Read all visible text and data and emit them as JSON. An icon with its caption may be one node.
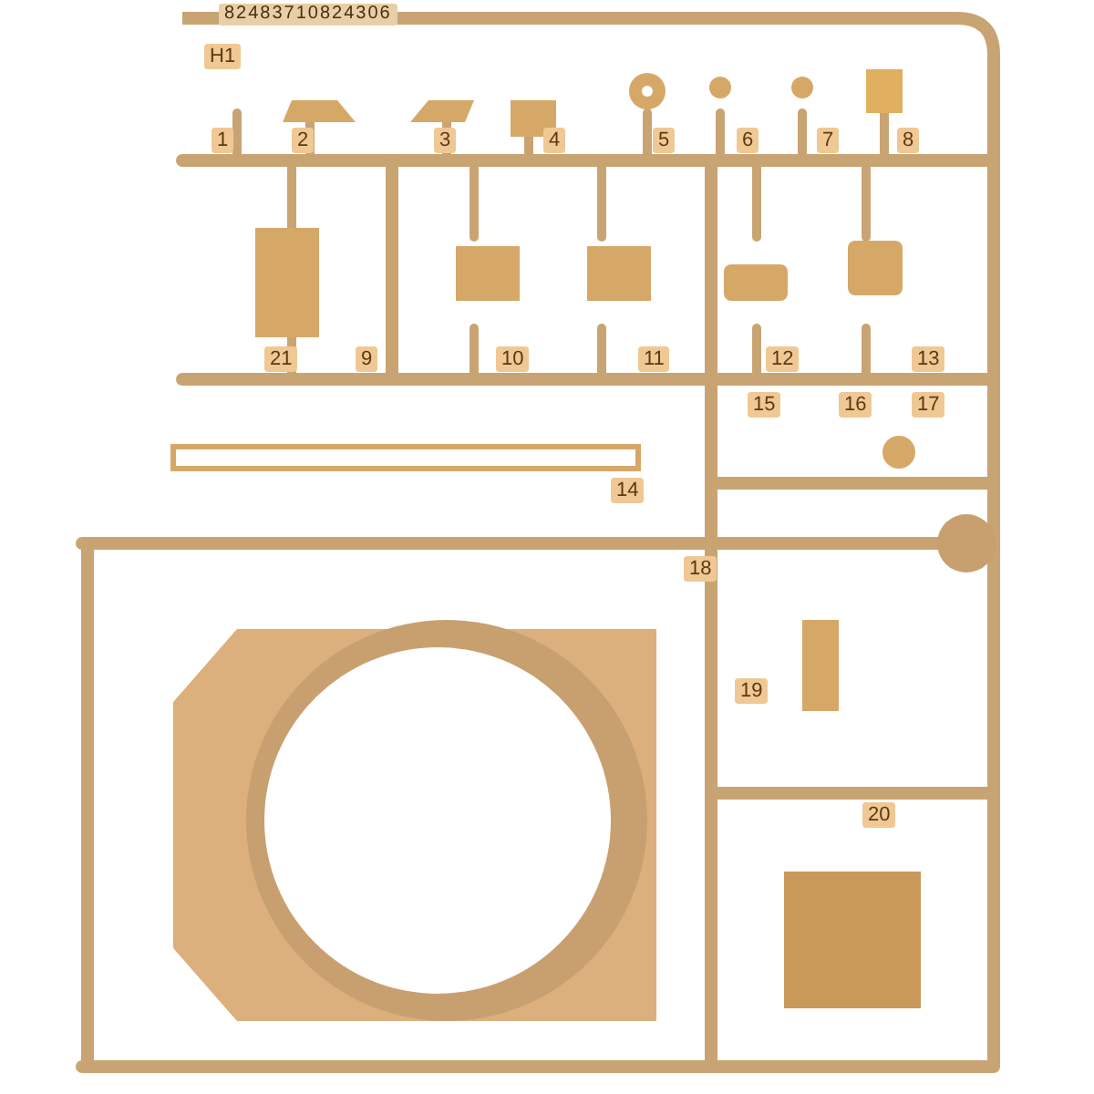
{
  "diagram": {
    "labels": [
      "82483710824306",
      "H1",
      "1",
      "2",
      "3",
      "4",
      "5",
      "6",
      "7",
      "8",
      "21",
      "9",
      "10",
      "11",
      "12",
      "13",
      "15",
      "16",
      "17",
      "14",
      "18",
      "19",
      "20"
    ]
  }
}
